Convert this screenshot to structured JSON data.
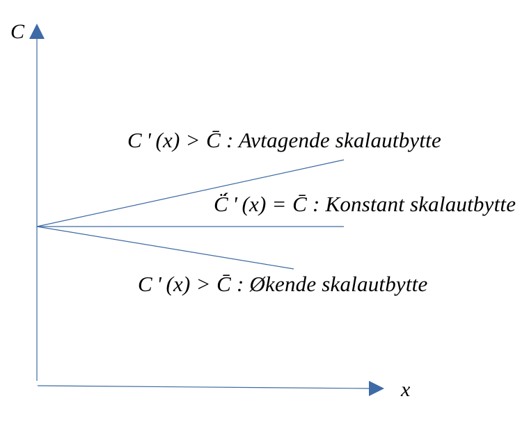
{
  "diagram": {
    "y_axis_label": "C",
    "x_axis_label": "x",
    "colors": {
      "line": "#3d6aa3",
      "arrow": "#3e6aa6",
      "text": "#000000"
    },
    "labels": {
      "decreasing": {
        "lhs": "C ' (x)",
        "op": ">",
        "rhs": "C̄",
        "text": ": Avtagende skalautbytte"
      },
      "constant": {
        "lhs": "C̈́ ' (x)",
        "op": "=",
        "rhs": "C̄",
        "text": ": Konstant skalautbytte"
      },
      "increasing": {
        "lhs": "C ' (x)",
        "op": ">",
        "rhs": "C̄",
        "text": ": Økende skalautbytte"
      }
    }
  }
}
